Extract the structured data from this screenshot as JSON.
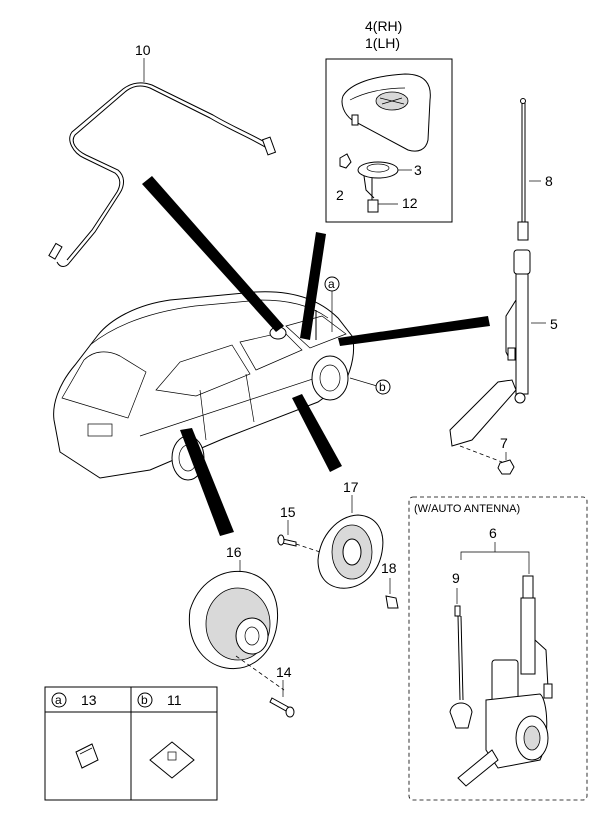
{
  "callouts": {
    "p10": "10",
    "p4": "4(RH)",
    "p1": "1(LH)",
    "p3": "3",
    "p2": "2",
    "p12": "12",
    "p8": "8",
    "p5": "5",
    "p7": "7",
    "p17": "17",
    "p15": "15",
    "p16": "16",
    "p18": "18",
    "p14": "14",
    "p6": "6",
    "p9": "9"
  },
  "markers": {
    "a": "a",
    "b": "b"
  },
  "auto_antenna_box": {
    "title": "(W/AUTO ANTENNA)"
  },
  "legend_table": {
    "cells": [
      {
        "marker": "a",
        "part": "13"
      },
      {
        "marker": "b",
        "part": "11"
      }
    ]
  }
}
